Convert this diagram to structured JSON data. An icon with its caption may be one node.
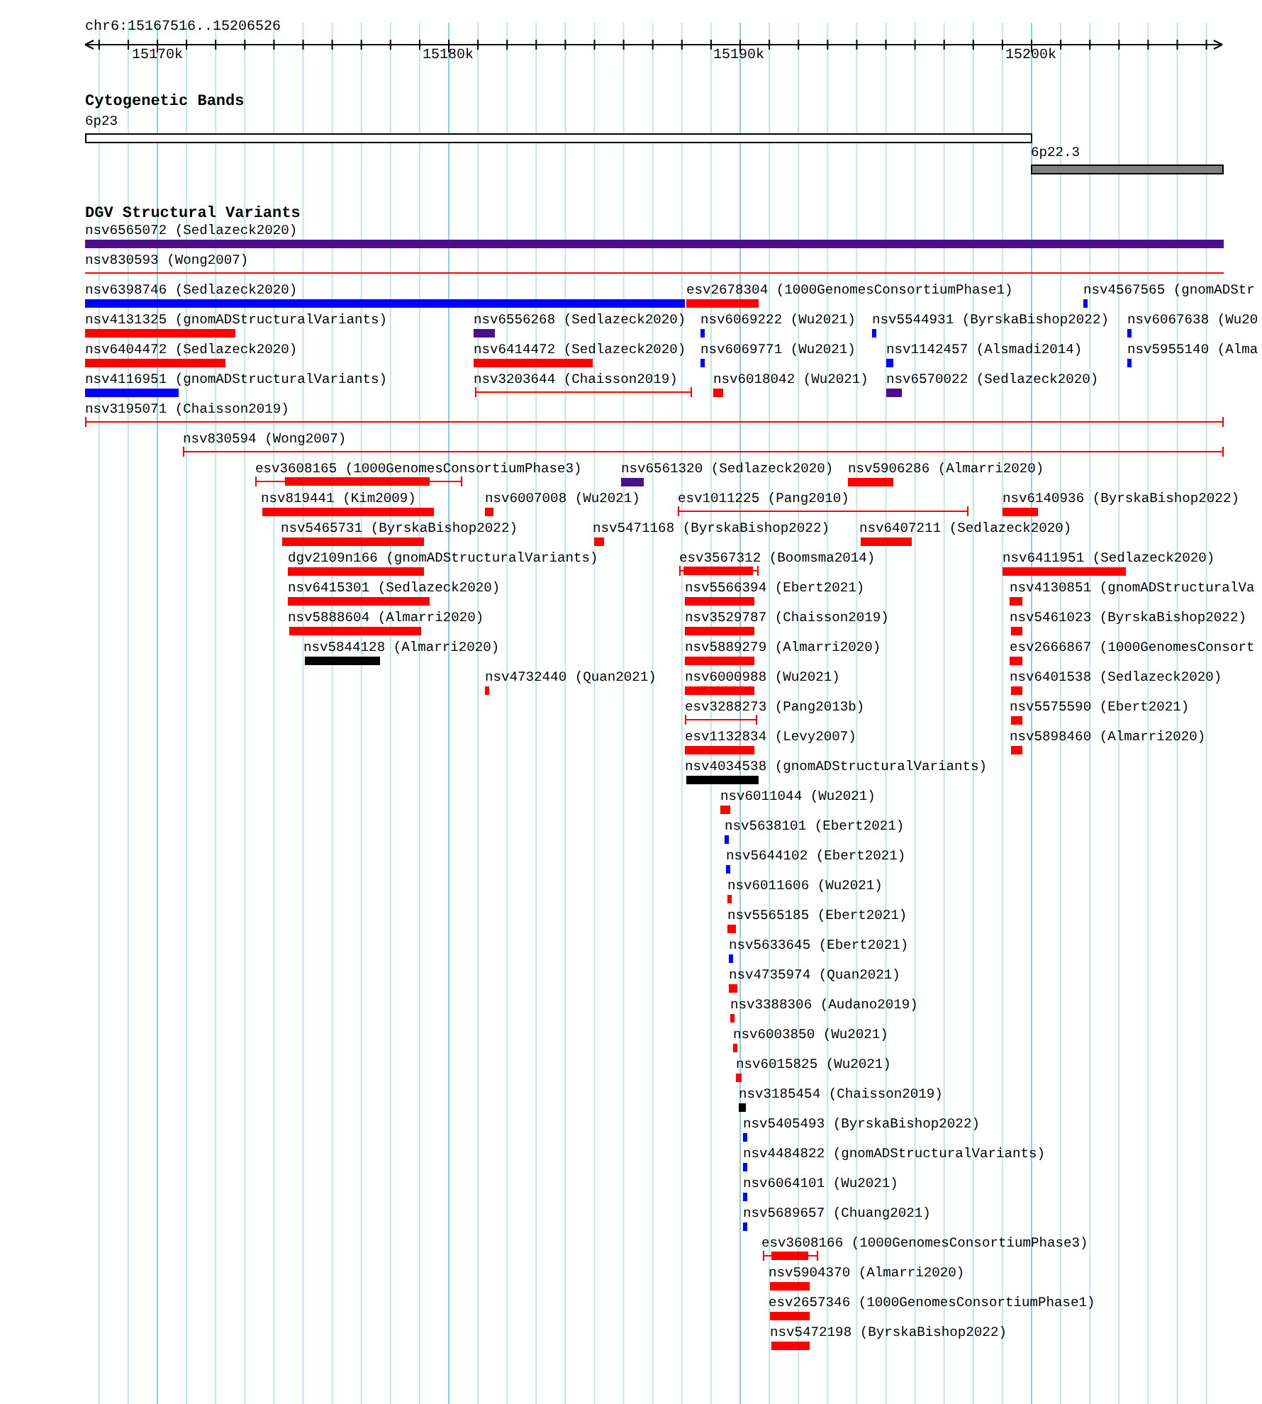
{
  "diagram": {
    "nodes": [
      {
        "text": [
          "6p23"
        ]
      },
      {
        "text": [
          "6p22.3"
        ]
      },
      {
        "text": [
          "nsv6565072 (Sedlazeck2020)"
        ]
      },
      {
        "text": [
          "nsv830593 (Wong2007)"
        ]
      },
      {
        "text": [
          "nsv6398746 (Sedlazeck2020)"
        ]
      },
      {
        "text": [
          "esv2678304 (1000GenomesConsortiumPhase1)"
        ]
      },
      {
        "text": [
          "nsv4567565 (gnomADStr"
        ]
      },
      {
        "text": [
          "nsv4131325 (gnomADStructuralVariants)"
        ]
      },
      {
        "text": [
          "nsv6556268 (Sedlazeck2020)"
        ]
      },
      {
        "text": [
          "nsv6069222 (Wu2021)"
        ]
      },
      {
        "text": [
          "nsv5544931 (ByrskaBishop2022)"
        ]
      },
      {
        "text": [
          "nsv6067638 (Wu20"
        ]
      },
      {
        "text": [
          "nsv6404472 (Sedlazeck2020)"
        ]
      },
      {
        "text": [
          "nsv6414472 (Sedlazeck2020)"
        ]
      },
      {
        "text": [
          "nsv6069771 (Wu2021)"
        ]
      },
      {
        "text": [
          "nsv1142457 (Alsmadi2014)"
        ]
      },
      {
        "text": [
          "nsv5955140 (Alma"
        ]
      },
      {
        "text": [
          "nsv4116951 (gnomADStructuralVariants)"
        ]
      },
      {
        "text": [
          "nsv3203644 (Chaisson2019)"
        ]
      },
      {
        "text": [
          "nsv6018042 (Wu2021)"
        ]
      },
      {
        "text": [
          "nsv6570022 (Sedlazeck2020)"
        ]
      },
      {
        "text": [
          "nsv3195071 (Chaisson2019)"
        ]
      },
      {
        "text": [
          "nsv830594 (Wong2007)"
        ]
      },
      {
        "text": [
          "esv3608165 (1000GenomesConsortiumPhase3)"
        ]
      },
      {
        "text": [
          "nsv6561320 (Sedlazeck2020)"
        ]
      },
      {
        "text": [
          "nsv5906286 (Almarri2020)"
        ]
      },
      {
        "text": [
          "nsv819441 (Kim2009)"
        ]
      },
      {
        "text": [
          "nsv6007008 (Wu2021)"
        ]
      },
      {
        "text": [
          "esv1011225 (Pang2010)"
        ]
      },
      {
        "text": [
          "nsv6140936 (ByrskaBishop2022)"
        ]
      },
      {
        "text": [
          "nsv5465731 (ByrskaBishop2022)"
        ]
      },
      {
        "text": [
          "nsv5471168 (ByrskaBishop2022)"
        ]
      },
      {
        "text": [
          "nsv6407211 (Sedlazeck2020)"
        ]
      },
      {
        "text": [
          "dgv2109n166 (gnomADStructuralVariants)"
        ]
      },
      {
        "text": [
          "esv3567312 (Boomsma2014)"
        ]
      },
      {
        "text": [
          "nsv6411951 (Sedlazeck2020)"
        ]
      },
      {
        "text": [
          "nsv6415301 (Sedlazeck2020)"
        ]
      },
      {
        "text": [
          "nsv5566394 (Ebert2021)"
        ]
      },
      {
        "text": [
          "nsv4130851 (gnomADStructuralVa"
        ]
      },
      {
        "text": [
          "nsv5888604 (Almarri2020)"
        ]
      },
      {
        "text": [
          "nsv3529787 (Chaisson2019)"
        ]
      },
      {
        "text": [
          "nsv5461023 (ByrskaBishop2022)"
        ]
      },
      {
        "text": [
          "nsv5844128 (Almarri2020)"
        ]
      },
      {
        "text": [
          "nsv5889279 (Almarri2020)"
        ]
      },
      {
        "text": [
          "esv2666867 (1000GenomesConsort"
        ]
      },
      {
        "text": [
          "nsv4732440 (Quan2021)"
        ]
      },
      {
        "text": [
          "nsv6000988 (Wu2021)"
        ]
      },
      {
        "text": [
          "nsv6401538 (Sedlazeck2020)"
        ]
      },
      {
        "text": [
          "esv3288273 (Pang2013b)"
        ]
      },
      {
        "text": [
          "nsv5575590 (Ebert2021)"
        ]
      },
      {
        "text": [
          "esv1132834 (Levy2007)"
        ]
      },
      {
        "text": [
          "nsv5898460 (Almarri2020)"
        ]
      },
      {
        "text": [
          "nsv4034538 (gnomADStructuralVariants)"
        ]
      },
      {
        "text": [
          "nsv6011044 (Wu2021)"
        ]
      },
      {
        "text": [
          "nsv5638101 (Ebert2021)"
        ]
      },
      {
        "text": [
          "nsv5644102 (Ebert2021)"
        ]
      },
      {
        "text": [
          "nsv6011606 (Wu2021)"
        ]
      },
      {
        "text": [
          "nsv5565185 (Ebert2021)"
        ]
      },
      {
        "text": [
          "nsv5633645 (Ebert2021)"
        ]
      },
      {
        "text": [
          "nsv4735974 (Quan2021)"
        ]
      },
      {
        "text": [
          "nsv3388306 (Audano2019)"
        ]
      },
      {
        "text": [
          "nsv6003850 (Wu2021)"
        ]
      },
      {
        "text": [
          "nsv6015825 (Wu2021)"
        ]
      },
      {
        "text": [
          "nsv3185454 (Chaisson2019)"
        ]
      },
      {
        "text": [
          "nsv5405493 (ByrskaBishop2022)"
        ]
      },
      {
        "text": [
          "nsv4484822 (gnomADStructuralVariants)"
        ]
      },
      {
        "text": [
          "nsv6064101 (Wu2021)"
        ]
      },
      {
        "text": [
          "nsv5689657 (Chuang2021)"
        ]
      },
      {
        "text": [
          "esv3608166 (1000GenomesConsortiumPhase3)"
        ]
      },
      {
        "text": [
          "nsv5904370 (Almarri2020)"
        ]
      },
      {
        "text": [
          "esv2657346 (1000GenomesConsortiumPhase1)"
        ]
      },
      {
        "text": [
          "nsv5472198 (ByrskaBishop2022)"
        ]
      }
    ],
    "labels": [
      "chr6:15167516..15206526",
      "15170k",
      "15180k",
      "15190k",
      "15200k",
      "Cytogenetic Bands",
      "DGV Structural Variants"
    ]
  }
}
